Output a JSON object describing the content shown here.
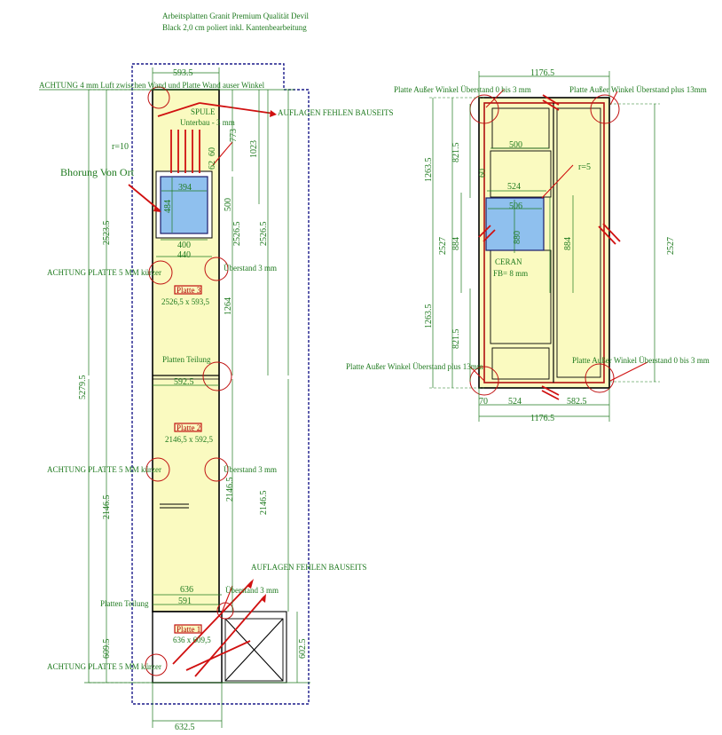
{
  "header": {
    "line1": "Arbeitsplatten Granit Premium Qualität Devil",
    "line2": "Black 2,0 cm poliert inkl. Kantenbearbeitung"
  },
  "left_view": {
    "notes": {
      "luft": "ACHTUNG 4 mm Luft zwischen Wand und Platte Wand auser Winkel",
      "auflagen_top": "AUFLAGEN FEHLEN BAUSEITS",
      "spule": "SPULE",
      "unterbau": "Unterbau - 3 mm",
      "bohrung": "Bhorung Von Ort",
      "r10": "r=10",
      "kurzer1": "ACHTUNG PLATTE 5 MM kürzer",
      "ueberstand1": "Überstand 3 mm",
      "teilung1": "Platten Teilung",
      "kurzer2": "ACHTUNG PLATTE 5 MM kürzer",
      "ueberstand2": "Überstand 3 mm",
      "auflagen_bottom": "AUFLAGEN FEHLEN BAUSEITS",
      "ueberstand3": "Überstand 3 mm",
      "teilung2": "Platten Teilung",
      "kurzer3": "ACHTUNG PLATTE 5 MM kürzer"
    },
    "plates": {
      "p3_name": "Platte 3",
      "p3_size": "2526,5 x 593,5",
      "p2_name": "Platte 2",
      "p2_size": "2146,5 x 592,5",
      "p1_name": "Platte 1",
      "p1_size": "636 x 609,5"
    },
    "dims": {
      "top_width": "593.5",
      "d773": "773",
      "d1023": "1023",
      "d394": "394",
      "d484": "484",
      "d500": "500",
      "d400": "400",
      "d440": "440",
      "d2523": "2523.5",
      "d2526a": "2526.5",
      "d2526b": "2526.5",
      "d1264": "1264",
      "d5279": "5279.5",
      "d5925": "592.5",
      "d2146a": "2146.5",
      "d2146b": "2146.5",
      "d2146c": "2146.5",
      "d636": "636",
      "d591": "591",
      "d6095": "609.5",
      "d6025": "602.5",
      "d6325": "632.5",
      "d60": "60",
      "d62": "62"
    }
  },
  "right_view": {
    "notes": {
      "tl": "Platte Außer Winkel Überstand 0 bis 3 mm",
      "tr": "Platte Außer Winkel Überstand plus 13mm",
      "bl": "Platte Außer Winkel Überstand plus 13mm",
      "br": "Platte Außer Winkel Überstand 0 bis 3 mm",
      "r5": "r=5",
      "ceran": "CERAN",
      "fb": "FB= 8 mm"
    },
    "dims": {
      "top": "1176.5",
      "bottom": "1176.5",
      "d1263a": "1263.5",
      "d1263b": "1263.5",
      "d8215a": "821.5",
      "d8215b": "821.5",
      "d2527a": "2527",
      "d2527b": "2527",
      "d884a": "884",
      "d884b": "884",
      "d500": "500",
      "d524": "524",
      "d506": "506",
      "d880": "880",
      "d524b": "524",
      "d5825": "582.5",
      "d70": "70",
      "d60": "60"
    }
  }
}
